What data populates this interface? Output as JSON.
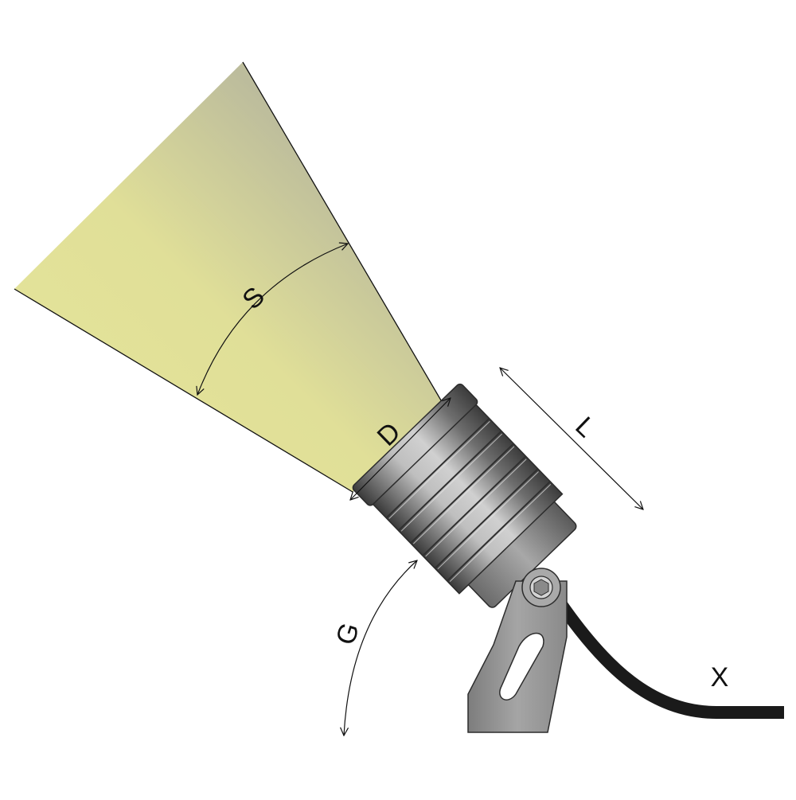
{
  "labels": {
    "beam_spread": "S",
    "diameter": "D",
    "length": "L",
    "tilt_angle": "G",
    "cable": "X"
  },
  "colors": {
    "beam_light": "#e6e69a",
    "beam_shadow": "#b9b99a",
    "housing_dark": "#4a4a4a",
    "housing_light": "#bdbdbd",
    "bracket": "#9a9a9a",
    "cable": "#1a1a1a",
    "line": "#111111"
  },
  "icons": [
    "spotlight-icon",
    "mounting-bracket-icon",
    "cable-icon"
  ]
}
